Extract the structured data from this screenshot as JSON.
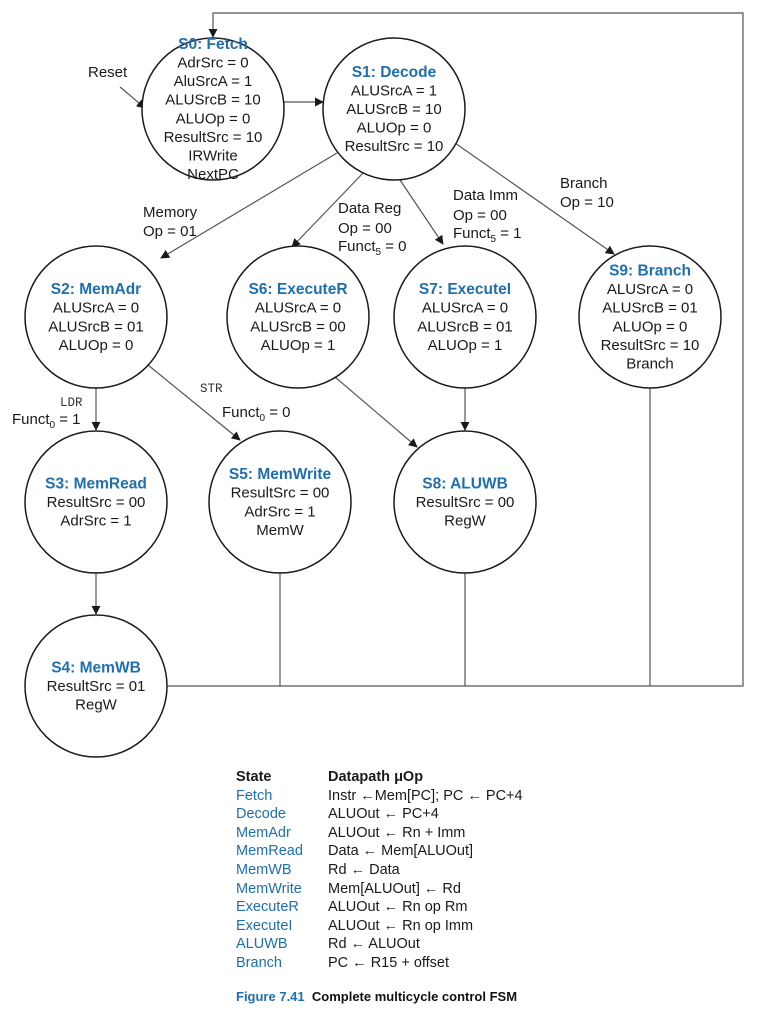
{
  "states": [
    {
      "id": "S0",
      "title": "S0: Fetch",
      "lines": [
        "AdrSrc = 0",
        "AluSrcA = 1",
        "ALUSrcB = 10",
        "ALUOp = 0",
        "ResultSrc = 10",
        "IRWrite",
        "NextPC"
      ]
    },
    {
      "id": "S1",
      "title": "S1: Decode",
      "lines": [
        "ALUSrcA = 1",
        "ALUSrcB = 10",
        "ALUOp = 0",
        "ResultSrc = 10"
      ]
    },
    {
      "id": "S2",
      "title": "S2: MemAdr",
      "lines": [
        "ALUSrcA = 0",
        "ALUSrcB = 01",
        "ALUOp = 0"
      ]
    },
    {
      "id": "S6",
      "title": "S6: ExecuteR",
      "lines": [
        "ALUSrcA = 0",
        "ALUSrcB = 00",
        "ALUOp = 1"
      ]
    },
    {
      "id": "S7",
      "title": "S7: ExecuteI",
      "lines": [
        "ALUSrcA = 0",
        "ALUSrcB = 01",
        "ALUOp = 1"
      ]
    },
    {
      "id": "S9",
      "title": "S9: Branch",
      "lines": [
        "ALUSrcA = 0",
        "ALUSrcB = 01",
        "ALUOp = 0",
        "ResultSrc = 10",
        "Branch"
      ]
    },
    {
      "id": "S3",
      "title": "S3: MemRead",
      "lines": [
        "ResultSrc = 00",
        "AdrSrc = 1"
      ]
    },
    {
      "id": "S5",
      "title": "S5: MemWrite",
      "lines": [
        "ResultSrc = 00",
        "AdrSrc = 1",
        "MemW"
      ]
    },
    {
      "id": "S8",
      "title": "S8: ALUWB",
      "lines": [
        "ResultSrc = 00",
        "RegW"
      ]
    },
    {
      "id": "S4",
      "title": "S4: MemWB",
      "lines": [
        "ResultSrc = 01",
        "RegW"
      ]
    }
  ],
  "edge_labels": {
    "reset": "Reset",
    "memory": [
      "Memory",
      "Op = 01"
    ],
    "data_reg": [
      "Data Reg",
      "Op = 00",
      "Funct",
      "5",
      " = 0"
    ],
    "data_imm": [
      "Data Imm",
      "Op = 00",
      "Funct",
      "5",
      " = 1"
    ],
    "branch": [
      "Branch",
      "Op = 10"
    ],
    "ldr": [
      "LDR",
      "Funct",
      "0",
      " = 1"
    ],
    "str": [
      "STR",
      "Funct",
      "0",
      " = 0"
    ]
  },
  "table": {
    "header_state": "State",
    "header_op": "Datapath μOp",
    "rows": [
      {
        "state": "Fetch",
        "op": "Instr ←Mem[PC]; PC ← PC+4"
      },
      {
        "state": "Decode",
        "op": "ALUOut ← PC+4"
      },
      {
        "state": "MemAdr",
        "op": "ALUOut ← Rn + Imm"
      },
      {
        "state": "MemRead",
        "op": "Data ← Mem[ALUOut]"
      },
      {
        "state": "MemWB",
        "op": "Rd ← Data"
      },
      {
        "state": "MemWrite",
        "op": "Mem[ALUOut] ← Rd"
      },
      {
        "state": "ExecuteR",
        "op": "ALUOut ← Rn op Rm"
      },
      {
        "state": "ExecuteI",
        "op": "ALUOut ← Rn op Imm"
      },
      {
        "state": "ALUWB",
        "op": "Rd ← ALUOut"
      },
      {
        "state": "Branch",
        "op": "PC ← R15 + offset"
      }
    ]
  },
  "caption": {
    "figure": "Figure 7.41",
    "text": "Complete multicycle control FSM"
  },
  "colors": {
    "title_blue": "#1f6fae",
    "line": "#555555",
    "text": "#1a1a1a"
  }
}
